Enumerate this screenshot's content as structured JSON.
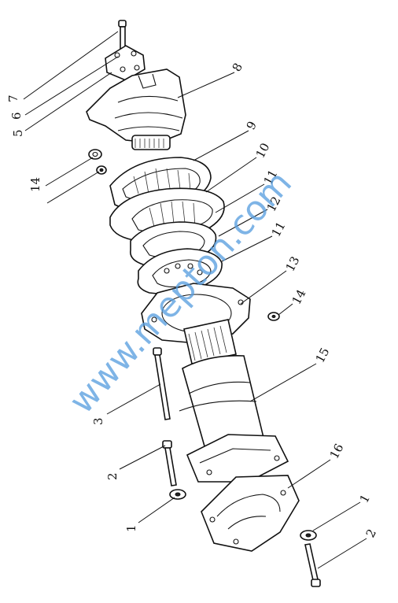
{
  "diagram": {
    "callouts": [
      {
        "id": "c7a",
        "text": "7"
      },
      {
        "id": "c6",
        "text": "6"
      },
      {
        "id": "c5",
        "text": "5"
      },
      {
        "id": "c8",
        "text": "8"
      },
      {
        "id": "c9",
        "text": "9"
      },
      {
        "id": "c10",
        "text": "10"
      },
      {
        "id": "c11a",
        "text": "11"
      },
      {
        "id": "c12",
        "text": "12"
      },
      {
        "id": "c11b",
        "text": "11"
      },
      {
        "id": "c13",
        "text": "13"
      },
      {
        "id": "c14a",
        "text": "14"
      },
      {
        "id": "c14b",
        "text": "14"
      },
      {
        "id": "c15",
        "text": "15"
      },
      {
        "id": "c3",
        "text": "3"
      },
      {
        "id": "c2a",
        "text": "2"
      },
      {
        "id": "c16",
        "text": "16"
      },
      {
        "id": "c1a",
        "text": "1"
      },
      {
        "id": "c1b",
        "text": "1"
      },
      {
        "id": "c2b",
        "text": "2"
      }
    ],
    "watermark": "www.mepton.com"
  }
}
